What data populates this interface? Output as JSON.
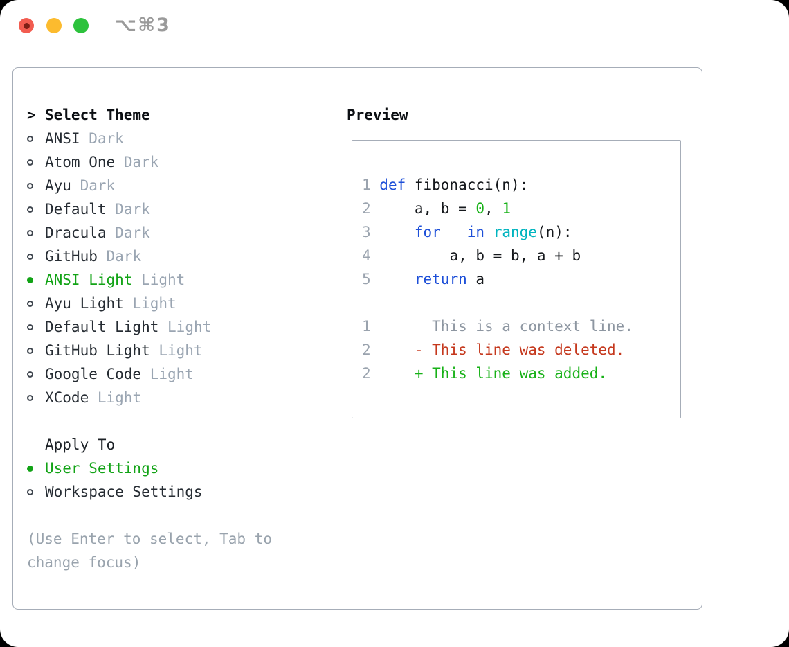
{
  "window": {
    "title": "⌥⌘3"
  },
  "colors": {
    "traffic_red": "#f25c50",
    "traffic_yellow": "#fcbb2e",
    "traffic_green": "#2dc23d",
    "accent_green": "#12a316",
    "keyword_blue": "#1d4fd8",
    "builtin_cyan": "#00b4bf",
    "number_green": "#17b117",
    "deleted_red": "#c5381d",
    "muted_gray": "#9aa5b2",
    "panel_border": "#a6adb8"
  },
  "picker": {
    "prompt": ">",
    "title": "Select Theme",
    "themes": [
      {
        "name": "ANSI",
        "variant": "Dark",
        "selected": false
      },
      {
        "name": "Atom One",
        "variant": "Dark",
        "selected": false
      },
      {
        "name": "Ayu",
        "variant": "Dark",
        "selected": false
      },
      {
        "name": "Default",
        "variant": "Dark",
        "selected": false
      },
      {
        "name": "Dracula",
        "variant": "Dark",
        "selected": false
      },
      {
        "name": "GitHub",
        "variant": "Dark",
        "selected": false
      },
      {
        "name": "ANSI Light",
        "variant": "Light",
        "selected": true
      },
      {
        "name": "Ayu Light",
        "variant": "Light",
        "selected": false
      },
      {
        "name": "Default Light",
        "variant": "Light",
        "selected": false
      },
      {
        "name": "GitHub Light",
        "variant": "Light",
        "selected": false
      },
      {
        "name": "Google Code",
        "variant": "Light",
        "selected": false
      },
      {
        "name": "XCode",
        "variant": "Light",
        "selected": false
      }
    ],
    "apply": {
      "title": "Apply To",
      "options": [
        {
          "label": "User Settings",
          "selected": true
        },
        {
          "label": "Workspace Settings",
          "selected": false
        }
      ]
    },
    "help": [
      "(Use Enter to select, Tab to",
      "change focus)"
    ]
  },
  "preview": {
    "title": "Preview",
    "lines": [
      [
        [
          "ln",
          "1 "
        ],
        [
          "k",
          "def"
        ],
        [
          "d",
          " fibonacci(n):"
        ]
      ],
      [
        [
          "ln",
          "2 "
        ],
        [
          "d",
          "    a, b = "
        ],
        [
          "n",
          "0"
        ],
        [
          "d",
          ", "
        ],
        [
          "n",
          "1"
        ]
      ],
      [
        [
          "ln",
          "3 "
        ],
        [
          "d",
          "    "
        ],
        [
          "k",
          "for"
        ],
        [
          "d",
          " _ "
        ],
        [
          "k",
          "in"
        ],
        [
          "d",
          " "
        ],
        [
          "f",
          "range"
        ],
        [
          "d",
          "(n):"
        ]
      ],
      [
        [
          "ln",
          "4 "
        ],
        [
          "d",
          "        a, b = b, a + b"
        ]
      ],
      [
        [
          "ln",
          "5 "
        ],
        [
          "d",
          "    "
        ],
        [
          "k",
          "return"
        ],
        [
          "d",
          " a"
        ]
      ],
      [],
      [
        [
          "ln",
          "1 "
        ],
        [
          "ctx",
          "      This is a context line."
        ]
      ],
      [
        [
          "ln",
          "2 "
        ],
        [
          "del",
          "    - This line was deleted."
        ]
      ],
      [
        [
          "ln",
          "2 "
        ],
        [
          "add",
          "    + This line was added."
        ]
      ]
    ]
  }
}
